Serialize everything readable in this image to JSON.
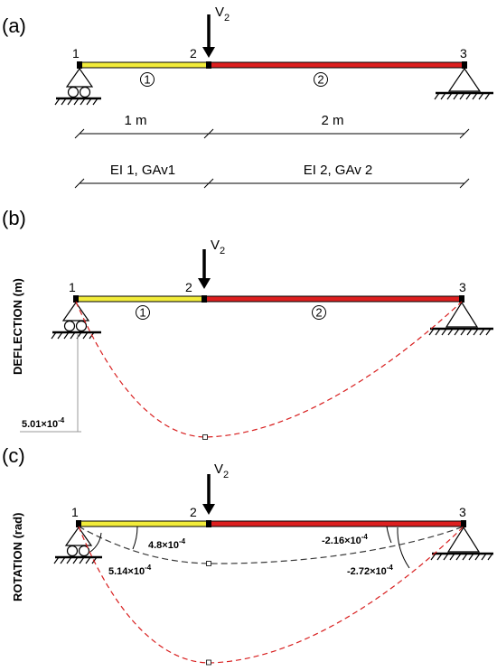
{
  "colors": {
    "element1": "#f2ec3a",
    "element2": "#dd1f1f",
    "deflection_curve": "#d81e1e",
    "rotation_curve": "#3a3a3a",
    "outline": "#000000"
  },
  "panels": [
    {
      "label": "(a)",
      "load": {
        "symbol": "V",
        "sub": "2"
      },
      "nodes": [
        "1",
        "2",
        "3"
      ],
      "elements": [
        "1",
        "2"
      ],
      "lengths": [
        "1 m",
        "2 m"
      ],
      "properties": [
        "EI 1, GAv1",
        "EI 2, GAv 2"
      ]
    },
    {
      "label": "(b)",
      "axis_title": "DEFLECTION (m)",
      "load": {
        "symbol": "V",
        "sub": "2"
      },
      "nodes": [
        "1",
        "2",
        "3"
      ],
      "elements": [
        "1",
        "2"
      ],
      "deflection": {
        "value": "5.01×10",
        "exp": "-4"
      }
    },
    {
      "label": "(c)",
      "axis_title": "ROTATION (rad)",
      "load": {
        "symbol": "V",
        "sub": "2"
      },
      "nodes": [
        "1",
        "2",
        "3"
      ],
      "rotations": [
        {
          "value": "4.8×10",
          "exp": "-4"
        },
        {
          "value": "5.14×10",
          "exp": "-4"
        },
        {
          "value": "-2.16×10",
          "exp": "-4"
        },
        {
          "value": "-2.72×10",
          "exp": "-4"
        }
      ]
    }
  ]
}
